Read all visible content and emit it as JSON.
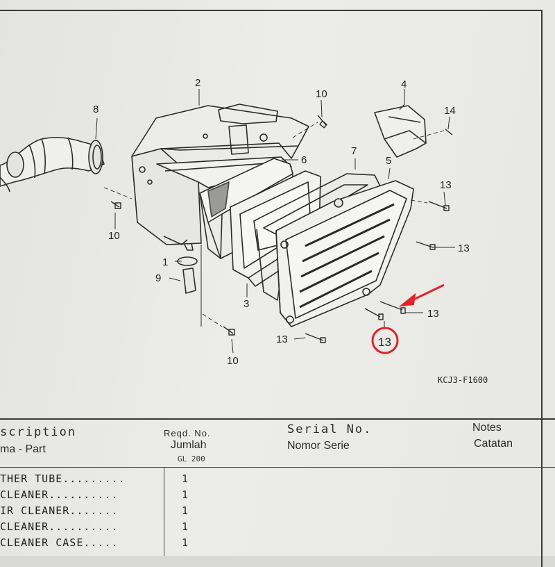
{
  "diagram": {
    "figure_code": "KCJ3-F1600",
    "callouts": [
      "2",
      "8",
      "10",
      "4",
      "14",
      "6",
      "7",
      "5",
      "13",
      "10",
      "13",
      "1",
      "9",
      "3",
      "13",
      "13",
      "10",
      "13",
      "13"
    ]
  },
  "table": {
    "headers": {
      "description": "scription",
      "description_sub": "ma - Part",
      "reqd": "Reqd. No.",
      "reqd_sub": "Jumlah",
      "model": "GL 200",
      "serial": "Serial No.",
      "serial_sub": "Nomor Serie",
      "notes": "Notes",
      "notes_sub": "Catatan"
    },
    "rows": [
      {
        "description": "THER TUBE.........",
        "qty": "1"
      },
      {
        "description": "CLEANER..........",
        "qty": "1"
      },
      {
        "description": "IR CLEANER.......",
        "qty": "1"
      },
      {
        "description": "CLEANER..........",
        "qty": "1"
      },
      {
        "description": "CLEANER CASE.....",
        "qty": "1"
      }
    ]
  },
  "colors": {
    "ink": "#222222",
    "highlight": "#e0242a",
    "paper": "#e8e8e5"
  }
}
